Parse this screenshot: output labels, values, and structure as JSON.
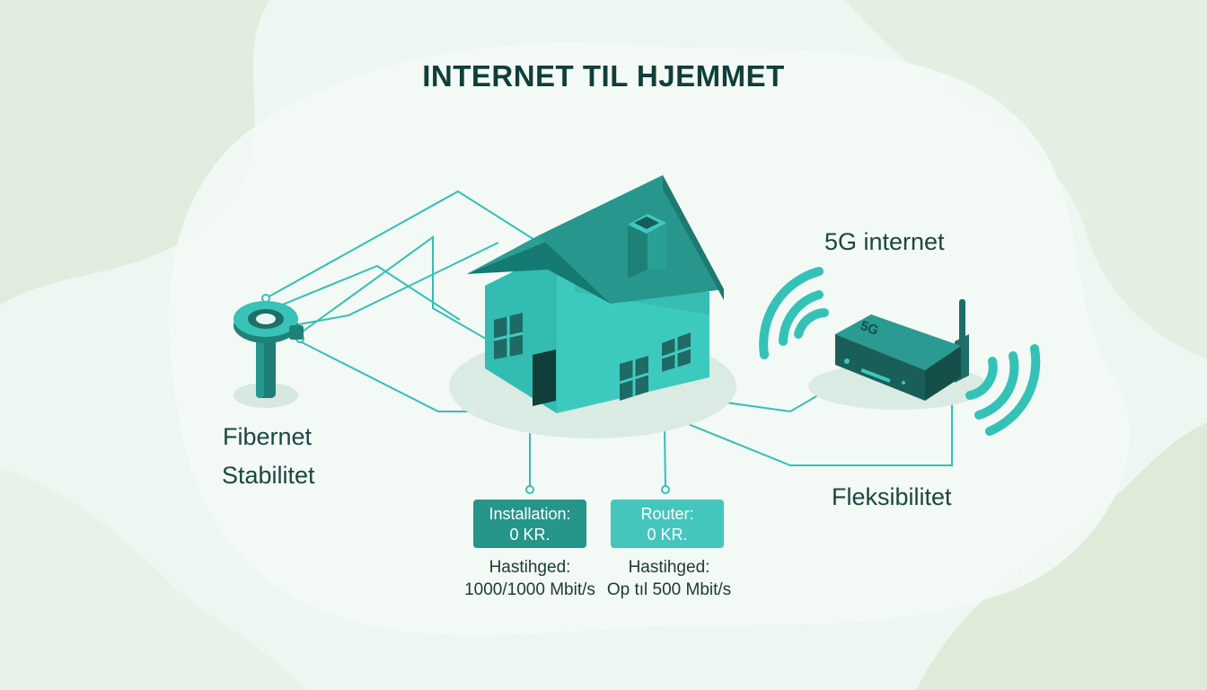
{
  "title": "INTERNET TIL HJEMMET",
  "left": {
    "line1": "Fibernet",
    "line2": "Stabilitet"
  },
  "right": {
    "line1": "5G internet",
    "line2": "Fleksibilitet"
  },
  "router_badge": "5G",
  "cards": [
    {
      "label": "Installation:",
      "value": "0 KR.",
      "caption1": "Hastihged:",
      "caption2": "1000/1000 Mbit/s"
    },
    {
      "label": "Router:",
      "value": "0 KR.",
      "caption1": "Hastihged:",
      "caption2": "Op tıl 500 Mbit/s"
    }
  ],
  "colors": {
    "accent": "#2fb5aa",
    "accent_light": "#44c6bd",
    "accent_dark": "#1d7f77",
    "text": "#1b4740",
    "background": "#eef6f1"
  }
}
